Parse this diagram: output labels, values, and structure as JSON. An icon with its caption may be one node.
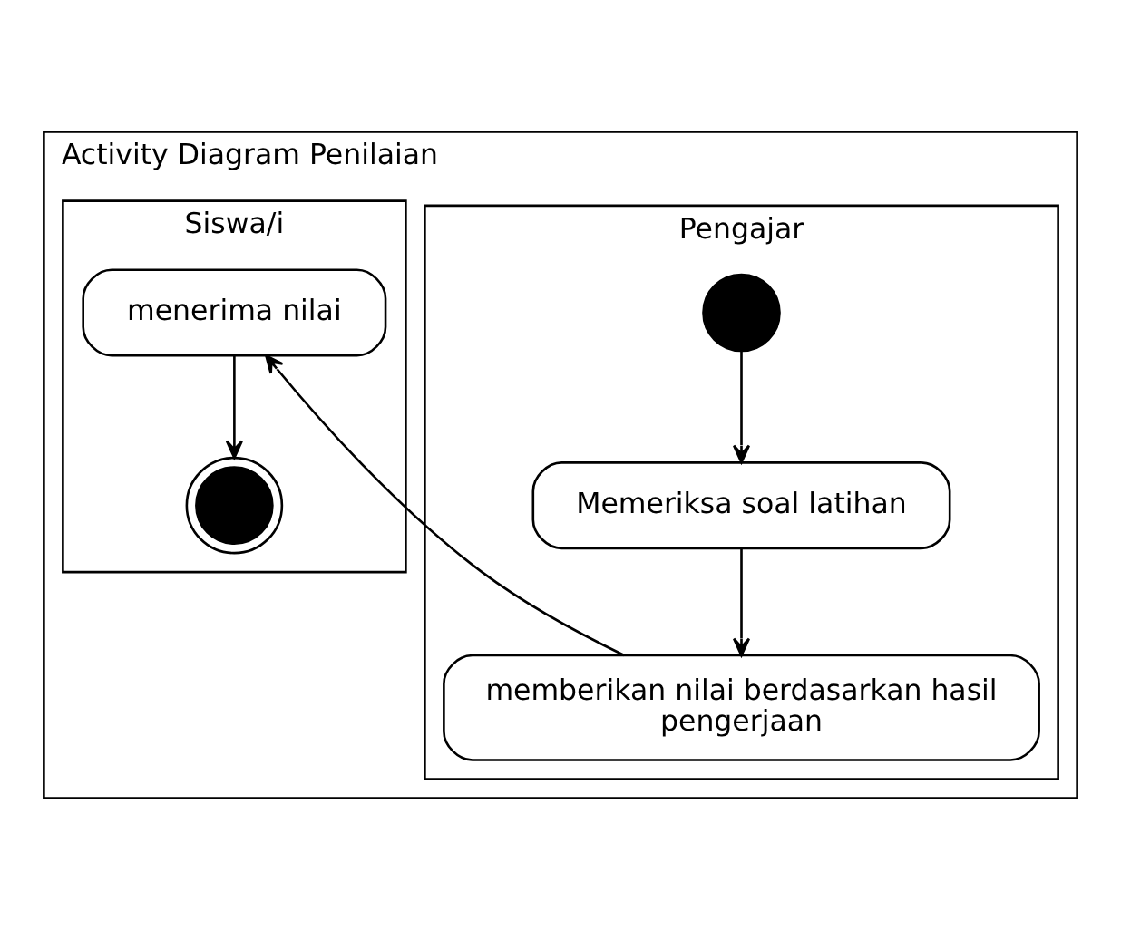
{
  "diagram": {
    "nodes": [
      {
        "text": [
          "Activity Diagram Penilaian"
        ]
      },
      {
        "text": [
          "Pengajar"
        ],
        "in": 0
      },
      {
        "text": [
          "Siswa/i"
        ],
        "in": 0
      },
      {
        "text": [],
        "shape": "circle",
        "in": 1
      },
      {
        "text": [
          "Memeriksa soal latihan"
        ],
        "in": 1
      },
      {
        "text": [
          "memberikan nilai berdasarkan hasil pengerjaan"
        ],
        "in": 1
      },
      {
        "text": [
          "menerima nilai"
        ],
        "in": 2
      },
      {
        "text": [],
        "shape": "circle",
        "in": 2
      }
    ],
    "edges": [
      {
        "from": 3,
        "to": 4,
        "arrow": "to"
      },
      {
        "from": 4,
        "to": 5,
        "arrow": "to"
      },
      {
        "from": 5,
        "to": 6,
        "arrow": "to"
      },
      {
        "from": 6,
        "to": 7,
        "arrow": "to"
      }
    ]
  }
}
